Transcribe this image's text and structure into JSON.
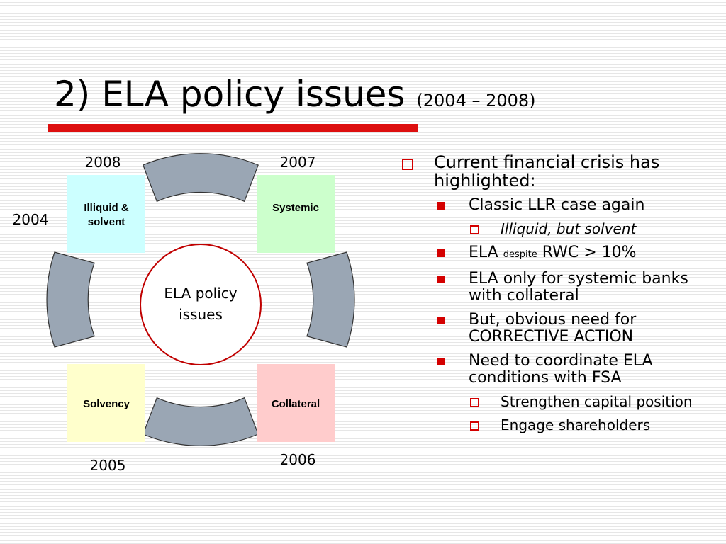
{
  "title": {
    "main": "2) ELA policy issues",
    "sub": "(2004 – 2008)"
  },
  "diagram": {
    "center": {
      "line1": "ELA policy",
      "line2": "issues",
      "ring_color": "#c00000"
    },
    "boxes": {
      "illiquid": {
        "line1": "Illiquid &",
        "line2": "solvent",
        "color": "#ccffff"
      },
      "systemic": {
        "label": "Systemic",
        "color": "#ccffcc"
      },
      "solvency": {
        "label": "Solvency",
        "color": "#ffffcc"
      },
      "collateral": {
        "label": "Collateral",
        "color": "#ffcccc"
      }
    },
    "years": {
      "y2008": "2008",
      "y2007": "2007",
      "y2004": "2004",
      "y2005": "2005",
      "y2006": "2006"
    },
    "arc_color": "#9aa6b4",
    "icons": [
      "arc-segment-top",
      "arc-segment-right",
      "arc-segment-bottom",
      "arc-segment-left"
    ]
  },
  "bullets": {
    "b1": "Current financial crisis has highlighted:",
    "b1_1": "Classic LLR case again",
    "b1_1_1": "Illiquid, but solvent",
    "b1_2_pre": "ELA",
    "b1_2_small": "despite",
    "b1_2_post": "RWC > 10%",
    "b1_3": "ELA only for systemic banks with collateral",
    "b1_4": "But, obvious need for CORRECTIVE ACTION",
    "b1_5": "Need to coordinate ELA conditions with FSA",
    "b1_5_1": "Strengthen capital position",
    "b1_5_2": "Engage shareholders"
  },
  "colors": {
    "accent_red": "#dd0f0f",
    "bullet_red": "#d40000"
  }
}
